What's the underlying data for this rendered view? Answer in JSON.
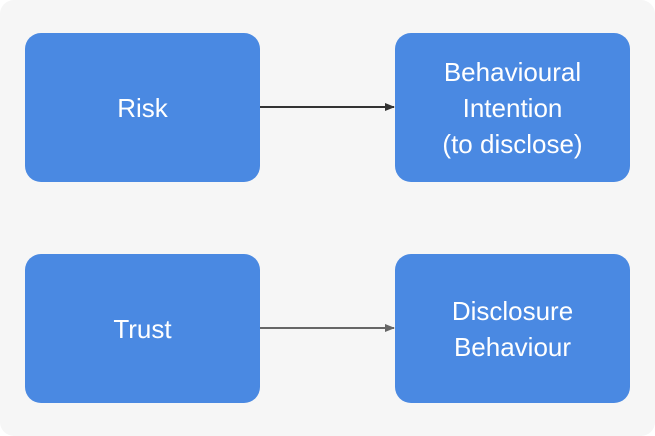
{
  "nodes": {
    "risk": {
      "lines": [
        "Risk"
      ]
    },
    "intention": {
      "lines": [
        "Behavioural",
        "Intention",
        "(to disclose)"
      ]
    },
    "trust": {
      "lines": [
        "Trust"
      ]
    },
    "behaviour": {
      "lines": [
        "Disclosure",
        "Behaviour"
      ]
    }
  },
  "edges": [
    {
      "from": "Risk",
      "to": "Behavioural Intention (to disclose)"
    },
    {
      "from": "Trust",
      "to": "Disclosure Behaviour"
    }
  ],
  "colors": {
    "node_fill": "#4a89e2",
    "node_text": "#ffffff",
    "background": "#f6f6f6",
    "edge_top": "#333333",
    "edge_bottom": "#666666"
  }
}
